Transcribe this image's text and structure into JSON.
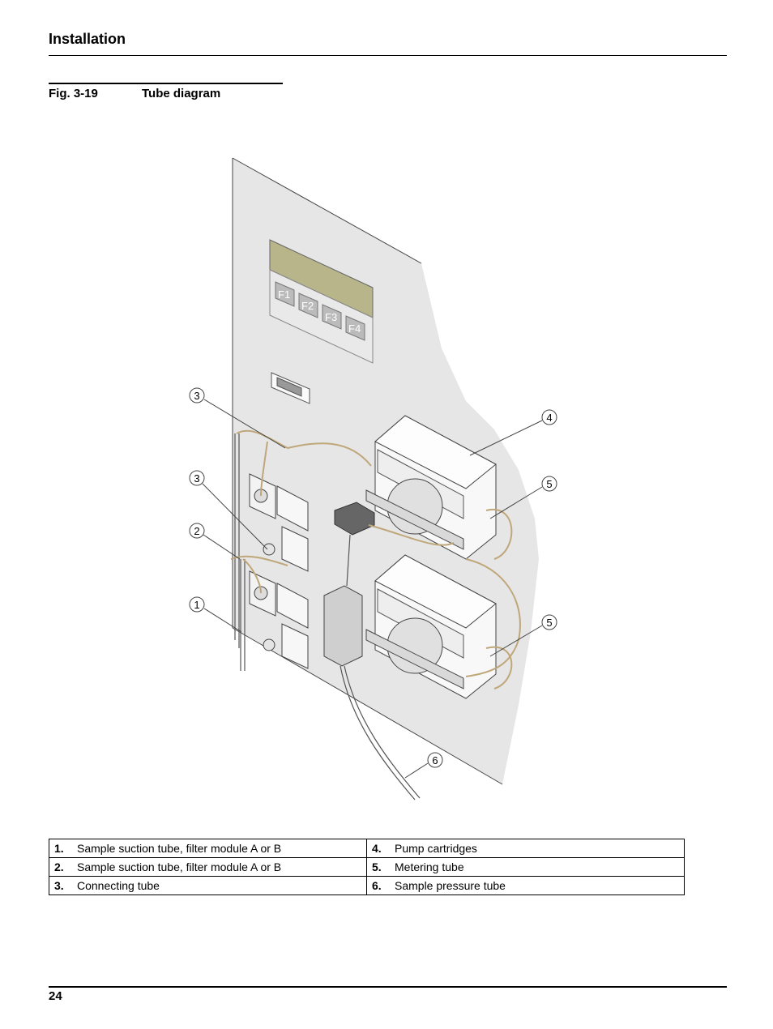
{
  "header": {
    "section_title": "Installation"
  },
  "figure": {
    "number": "Fig. 3-19",
    "title": "Tube diagram",
    "key_labels": [
      "F1",
      "F2",
      "F3",
      "F4"
    ],
    "callouts": [
      "3",
      "3",
      "2",
      "1",
      "4",
      "5",
      "5",
      "6"
    ]
  },
  "legend": {
    "rows": [
      [
        {
          "num": "1.",
          "text": "Sample suction tube, filter module A or B"
        },
        {
          "num": "4.",
          "text": "Pump cartridges"
        }
      ],
      [
        {
          "num": "2.",
          "text": "Sample suction tube, filter module A or B"
        },
        {
          "num": "5.",
          "text": "Metering tube"
        }
      ],
      [
        {
          "num": "3.",
          "text": "Connecting tube"
        },
        {
          "num": "6.",
          "text": "Sample pressure tube"
        }
      ]
    ]
  },
  "footer": {
    "page_number": "24"
  }
}
